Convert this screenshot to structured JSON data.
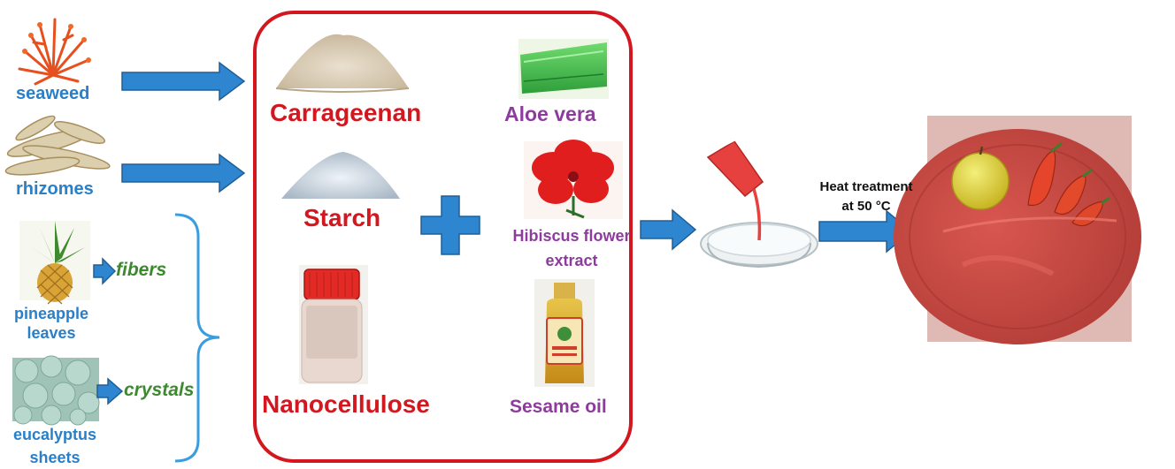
{
  "sources": {
    "seaweed": "seaweed",
    "rhizomes": "rhizomes",
    "pineapple_leaves": [
      "pineapple",
      "leaves"
    ],
    "eucalyptus_sheets": [
      "eucalyptus",
      "sheets"
    ],
    "fibers": "fibers",
    "crystals": "crystals"
  },
  "formulation": {
    "carrageenan": "Carrageenan",
    "starch": "Starch",
    "nanocellulose": "Nanocellulose",
    "aloe_vera": "Aloe vera",
    "hibiscus": [
      "Hibiscus flower",
      "extract"
    ],
    "sesame_oil": "Sesame oil"
  },
  "process": {
    "heat_treatment": [
      "Heat treatment",
      "at 50 °C"
    ]
  },
  "colors": {
    "arrow_blue": "#2e86d0",
    "box_red": "#d4161f",
    "label_blue": "#2a7fc9",
    "label_green": "#3c8a2e",
    "label_red": "#d4161f",
    "label_purple": "#8e3b9e",
    "film_red": "#c9403d"
  },
  "icons": {
    "seaweed": "seaweed-image",
    "rhizome": "rhizome-image",
    "pineapple": "pineapple-image",
    "eucalyptus": "eucalyptus-leaves-image",
    "carrageenan_powder": "powder-pile-image",
    "starch_powder": "powder-pile-image",
    "nanocellulose_jar": "jar-image",
    "aloe": "aloe-vera-image",
    "hibiscus": "hibiscus-flower-image",
    "sesame": "oil-bottle-image",
    "casting": "petri-dish-pouring-image",
    "film": "coated-fruit-film-image",
    "plus": "plus-icon",
    "brace": "curly-brace-icon"
  }
}
